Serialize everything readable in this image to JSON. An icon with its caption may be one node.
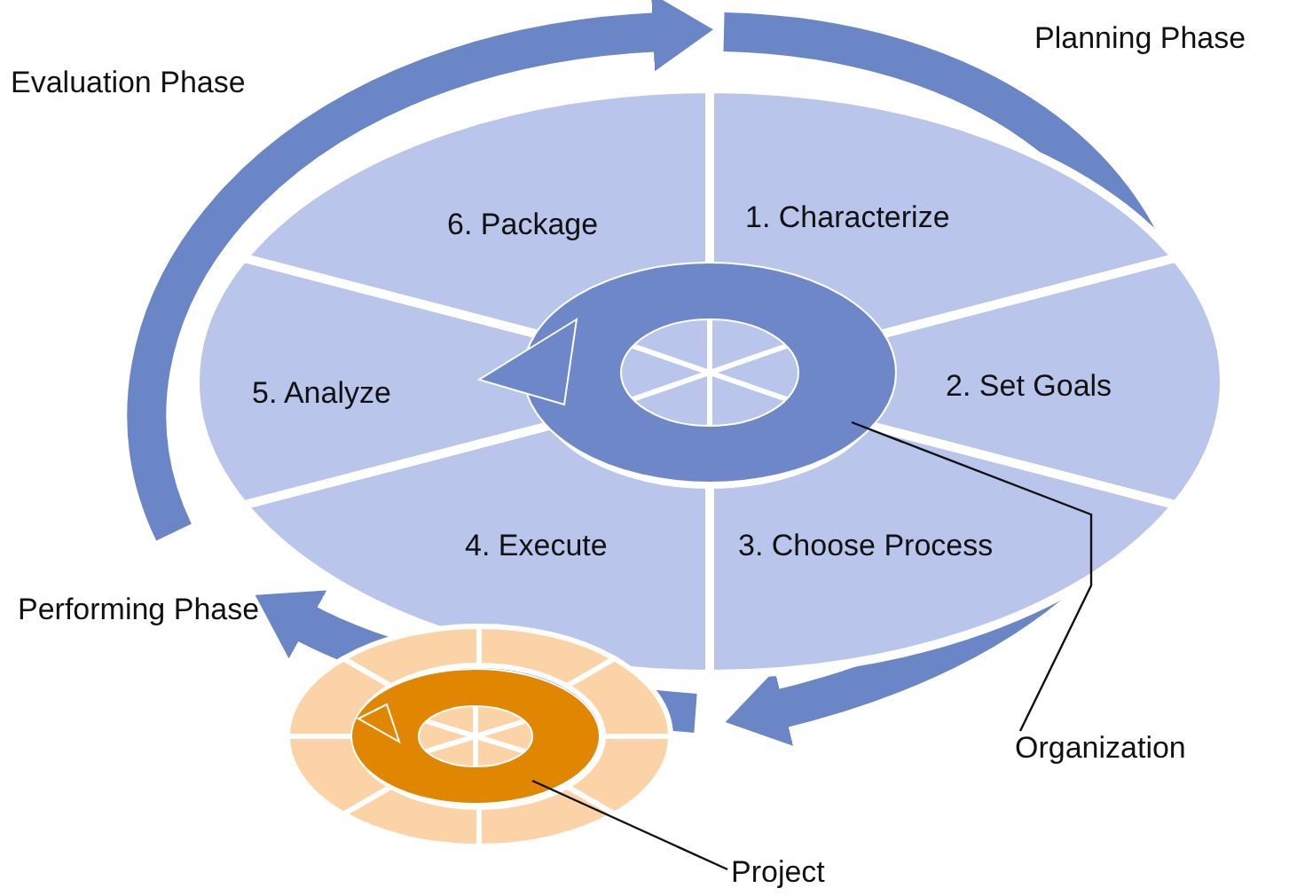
{
  "diagram": {
    "nodes": [
      {
        "text": [
          "1. Characterize"
        ]
      },
      {
        "text": [
          "2. Set Goals"
        ]
      },
      {
        "text": [
          "3. Choose Process"
        ]
      },
      {
        "text": [
          "4. Execute"
        ]
      },
      {
        "text": [
          "5. Analyze"
        ]
      },
      {
        "text": [
          "6. Package"
        ]
      },
      {
        "text": [
          "Organization"
        ]
      },
      {
        "text": [],
        "shape": "circle"
      },
      {
        "text": [
          "Project"
        ]
      },
      {
        "text": [],
        "shape": "circle"
      }
    ],
    "edges": [
      {
        "from": 6,
        "to": 7,
        "arrow": "none"
      },
      {
        "from": 8,
        "to": 9,
        "arrow": "none"
      }
    ],
    "labels": [
      "Evaluation Phase",
      "Planning Phase",
      "Performing Phase"
    ]
  }
}
